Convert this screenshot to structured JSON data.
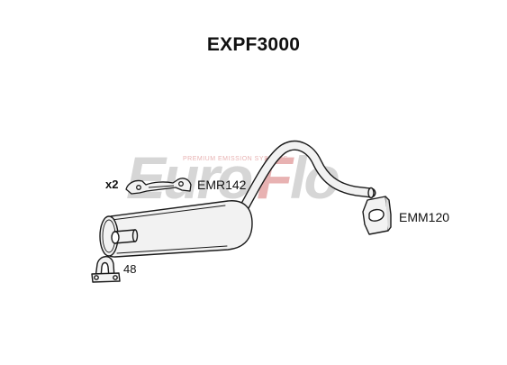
{
  "title": "EXPF3000",
  "watermark": {
    "brand": "EuroFlo",
    "tagline": "PREMIUM EMISSION SYSTEMS"
  },
  "parts": {
    "rubber_mount": {
      "code": "EMR142",
      "quantity": "x2"
    },
    "mounting_bracket": {
      "code": "EMM120"
    },
    "clamp": {
      "code": "48"
    }
  },
  "colors": {
    "part_fill": "#f2f2f2",
    "part_stroke": "#1a1a1a",
    "watermark_gray": "#d6d6d6",
    "watermark_red": "#e8b2b2"
  },
  "icons": [
    "rubber-hanger-icon",
    "bracket-icon",
    "u-clamp-icon",
    "silencer-icon"
  ]
}
